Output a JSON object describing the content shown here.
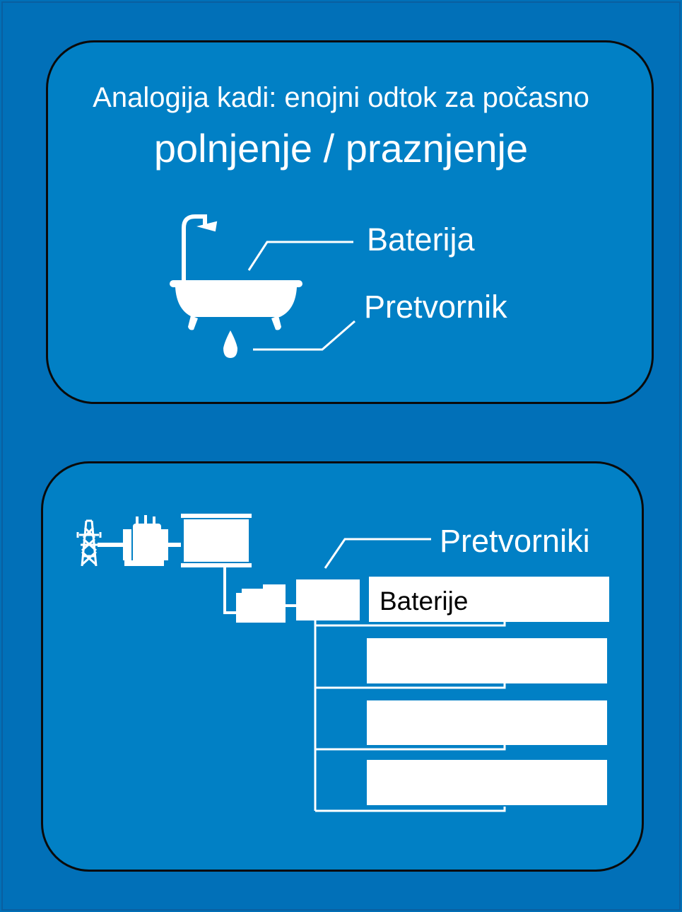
{
  "top_panel": {
    "title_line1": "Analogija kadi: enojni odtok za počasno",
    "title_line2": "polnjenje / praznjenje",
    "label_battery": "Baterija",
    "label_converter": "Pretvornik"
  },
  "bottom_panel": {
    "label_converters": "Pretvorniki",
    "battery_rows": [
      "Baterije",
      "",
      "",
      ""
    ]
  },
  "icons": [
    "bathtub-icon",
    "shower-icon",
    "water-drop-icon",
    "transmission-tower-icon",
    "transformer-icon",
    "substation-icon",
    "converter-stack-icon",
    "converter-box-icon"
  ],
  "colors": {
    "background": "#0170b8",
    "panel": "#0180c5",
    "ink": "#ffffff",
    "border": "#0a0a0a"
  }
}
